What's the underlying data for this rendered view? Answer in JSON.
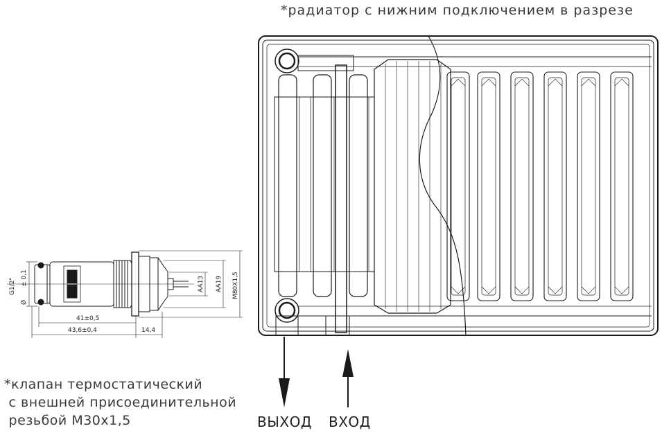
{
  "radiator": {
    "caption": "*радиатор с нижним подключением в разрезе",
    "outlet_label": "ВЫХОД",
    "inlet_label": "ВХОД"
  },
  "valve": {
    "caption_lines": [
      "*клапан термостатический",
      " с внешней присоединительной",
      " резьбой M30x1,5"
    ],
    "dimensions": {
      "thread": "G1/2\"",
      "dia_prefix": "Ø",
      "dia_tol": "± 0,1",
      "len_inner": "41±0,5",
      "len_outer": "43,6±0,4",
      "len_end": "14,4",
      "aa13": "AA13",
      "aa19": "AA19",
      "m80": "M80X1,5"
    }
  }
}
